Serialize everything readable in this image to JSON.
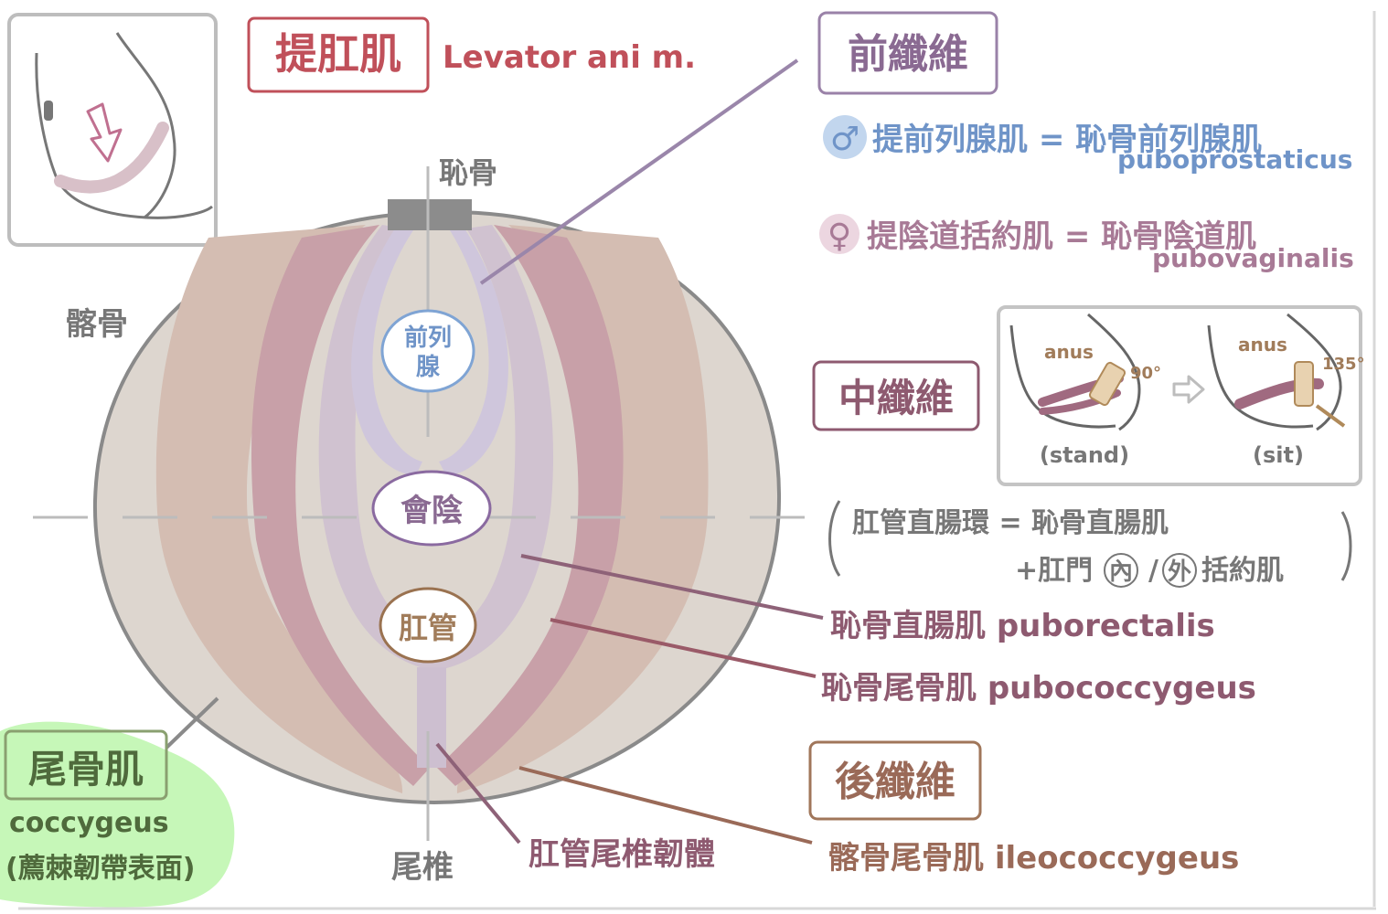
{
  "title": {
    "zh": "提肛肌",
    "en": "Levator ani m."
  },
  "colors": {
    "title_red": "#c0505a",
    "anterior_purple": "#8a6a92",
    "male_blue": "#6f94c8",
    "female_pink": "#a87a96",
    "puborectalis": "#c8b8cc",
    "pubococcygeus": "#c49ca4",
    "iliococcygeus": "#d6beb4",
    "coccygeus": "#dcd4cc",
    "green_highlight": "#c6f7b8"
  },
  "landmarks": {
    "pubis": "恥骨",
    "ilium": "髂骨",
    "coccyx": "尾椎"
  },
  "openings": {
    "prostate": [
      "前列",
      "腺"
    ],
    "vagina": "會陰",
    "anal_canal": "肛管"
  },
  "anterior_fibers": {
    "label": "前纖維",
    "male_symbol": "♂",
    "male_text": "提前列腺肌 = 恥骨前列腺肌",
    "male_en": "puboprostaticus",
    "female_symbol": "♀",
    "female_text": "提陰道括約肌 = 恥骨陰道肌",
    "female_en": "pubovaginalis"
  },
  "middle_fibers": {
    "label": "中纖維",
    "stand": {
      "anus_label": "anus",
      "angle": "90°",
      "caption": "(stand)"
    },
    "sit": {
      "anus_label": "anus",
      "angle": "135°",
      "caption": "(sit)"
    },
    "arrow_icon": "right-arrow-icon"
  },
  "anorectal_ring": {
    "line1": "肛管直腸環 = 恥骨直腸肌",
    "line2_prefix": "+肛門",
    "inner": "內",
    "slash": "/",
    "outer": "外",
    "line2_suffix": "括約肌"
  },
  "muscles": {
    "puborectalis": "恥骨直腸肌 puborectalis",
    "pubococcygeus": "恥骨尾骨肌 pubococcygeus",
    "anococcygeal": "肛管尾椎韌體",
    "iliococcygeus": "髂骨尾骨肌 ileococcygeus"
  },
  "posterior_fibers": {
    "label": "後纖維"
  },
  "coccygeus": {
    "zh": "尾骨肌",
    "en": "coccygeus",
    "note": "(薦棘韌帶表面)"
  }
}
